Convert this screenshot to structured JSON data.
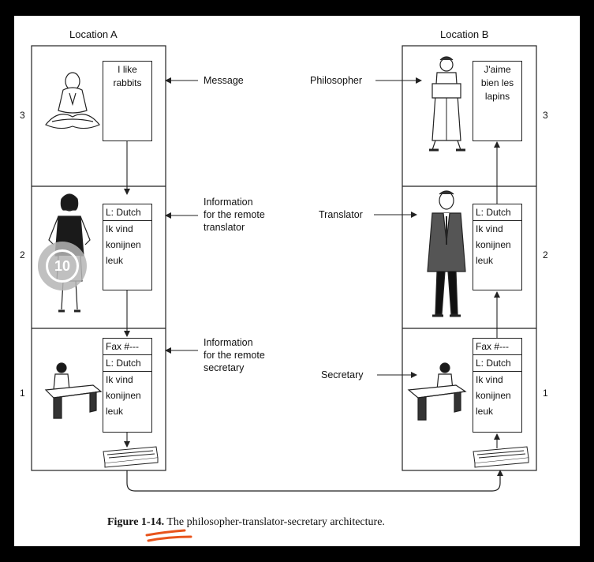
{
  "locations": {
    "a_label": "Location A",
    "b_label": "Location B"
  },
  "levels": [
    "3",
    "2",
    "1"
  ],
  "side_labels": {
    "message": "Message",
    "info_translator": "Information\nfor the remote\ntranslator",
    "info_secretary": "Information\nfor the remote\nsecretary",
    "philosopher": "Philosopher",
    "translator": "Translator",
    "secretary": "Secretary"
  },
  "boxes": {
    "a3": "I like\nrabbits",
    "b3": "J'aime\nbien les\nlapins",
    "dutch_header": "L: Dutch",
    "dutch_lines": [
      "Ik vind",
      "konijnen",
      "leuk"
    ],
    "fax_header": "Fax #---"
  },
  "caption": {
    "label": "Figure 1-14.",
    "text": "The philosopher-translator-secretary architecture."
  },
  "overlay_badge": "10",
  "colors": {
    "background": "#000000",
    "slide": "#ffffff",
    "line": "#222222",
    "underline": "#e8541c",
    "badge": "#b5b5b5"
  }
}
